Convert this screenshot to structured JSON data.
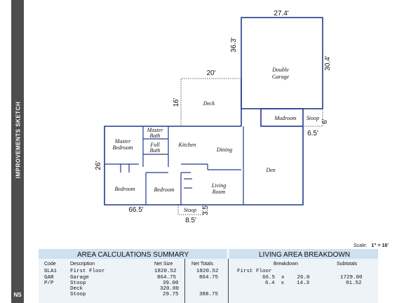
{
  "sidebar": {
    "label": "IMPROVEMENTS SKETCH",
    "bottom_text": "NS"
  },
  "sketch": {
    "rooms": [
      "Double Garage",
      "Deck",
      "Master Bath",
      "Master Bedroom",
      "Full Bath",
      "Kitchen",
      "Dining",
      "Mudroom",
      "Stoop",
      "Den",
      "Bedroom",
      "Bedroom",
      "Living Room",
      "Stoop"
    ],
    "dimensions": [
      "27.4'",
      "36.3'",
      "30.4'",
      "20'",
      "16'",
      "6'",
      "6.5'",
      "26'",
      "66.5'",
      "3.5'",
      "8.5'"
    ]
  },
  "scale": {
    "label": "Scale:",
    "value": "1\" = 16'"
  },
  "area_summary": {
    "title": "AREA CALCULATIONS SUMMARY",
    "columns": [
      "Code",
      "Description",
      "Net Size",
      "Net Totals"
    ],
    "rows": [
      {
        "code": "GLA1",
        "description": "First Floor",
        "net_size": "1820.52",
        "net_total": "1820.52"
      },
      {
        "code": "GAR",
        "description": "Garage",
        "net_size": "864.75",
        "net_total": "864.75"
      },
      {
        "code": "P/P",
        "description": "Stoop",
        "net_size": "39.00",
        "net_total": ""
      },
      {
        "code": "",
        "description": "Deck",
        "net_size": "320.00",
        "net_total": ""
      },
      {
        "code": "",
        "description": "Stoop",
        "net_size": "29.75",
        "net_total": "388.75"
      }
    ]
  },
  "living_breakdown": {
    "title": "LIVING AREA BREAKDOWN",
    "columns": [
      "Breakdown",
      "Subtotals"
    ],
    "section": "First Floor",
    "rows": [
      {
        "calc": "66.5  x    26.0",
        "subtotal": "1729.00"
      },
      {
        "calc": "6.4  x    14.3",
        "subtotal": "91.52"
      }
    ]
  }
}
